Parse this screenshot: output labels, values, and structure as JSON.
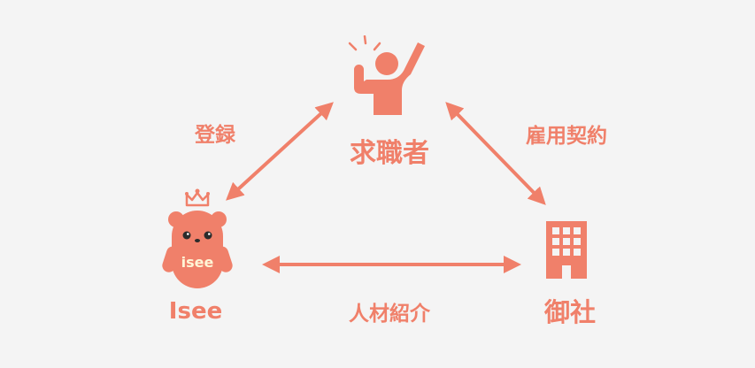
{
  "theme": {
    "accent": "#f0806a",
    "background": "#f4f4f4",
    "mascot_text_color": "#fff5d6"
  },
  "nodes": {
    "job_seeker": {
      "label": "求職者",
      "icon": "person-raising-hand-icon"
    },
    "company": {
      "label": "御社",
      "icon": "office-building-icon"
    },
    "isee": {
      "label": "Isee",
      "icon": "bear-mascot-icon",
      "mascot_text": "isee"
    }
  },
  "edges": {
    "registration": {
      "label": "登録"
    },
    "employment_contract": {
      "label": "雇用契約"
    },
    "referral": {
      "label": "人材紹介"
    }
  }
}
